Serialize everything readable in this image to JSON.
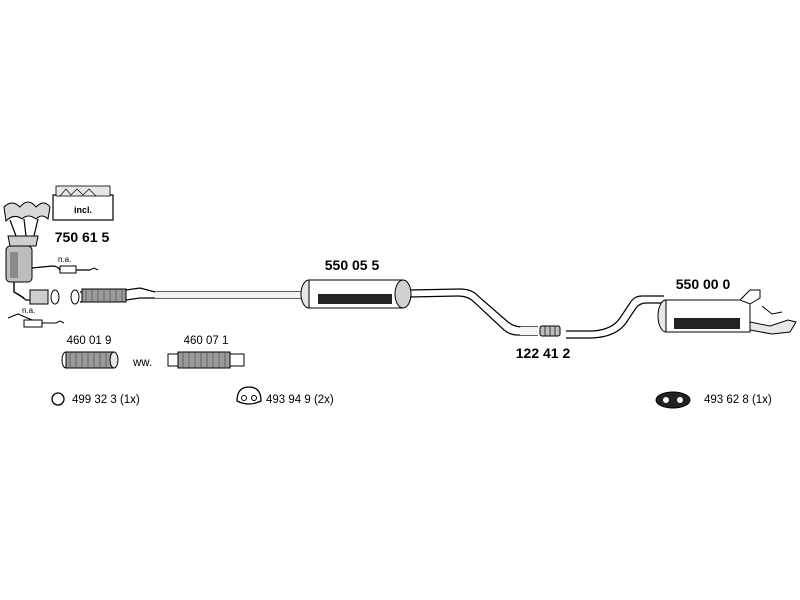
{
  "parts": {
    "manifold_catalyst": "750 61 5",
    "manifold_note": "incl.",
    "sensor_note_top": "n.a.",
    "sensor_note_bottom": "n.a.",
    "middle_silencer": "550 05 5",
    "connector": "122 41 2",
    "rear_silencer": "550 00 0",
    "flex_pipe_1": "460 01 9",
    "flex_pipe_alternative_text": "ww.",
    "flex_pipe_2": "460 07 1",
    "ring_part": "499 32 3 (1x)",
    "hanger_part": "493 94 9 (2x)",
    "rear_rubber_part": "493 62 8 (1x)"
  }
}
